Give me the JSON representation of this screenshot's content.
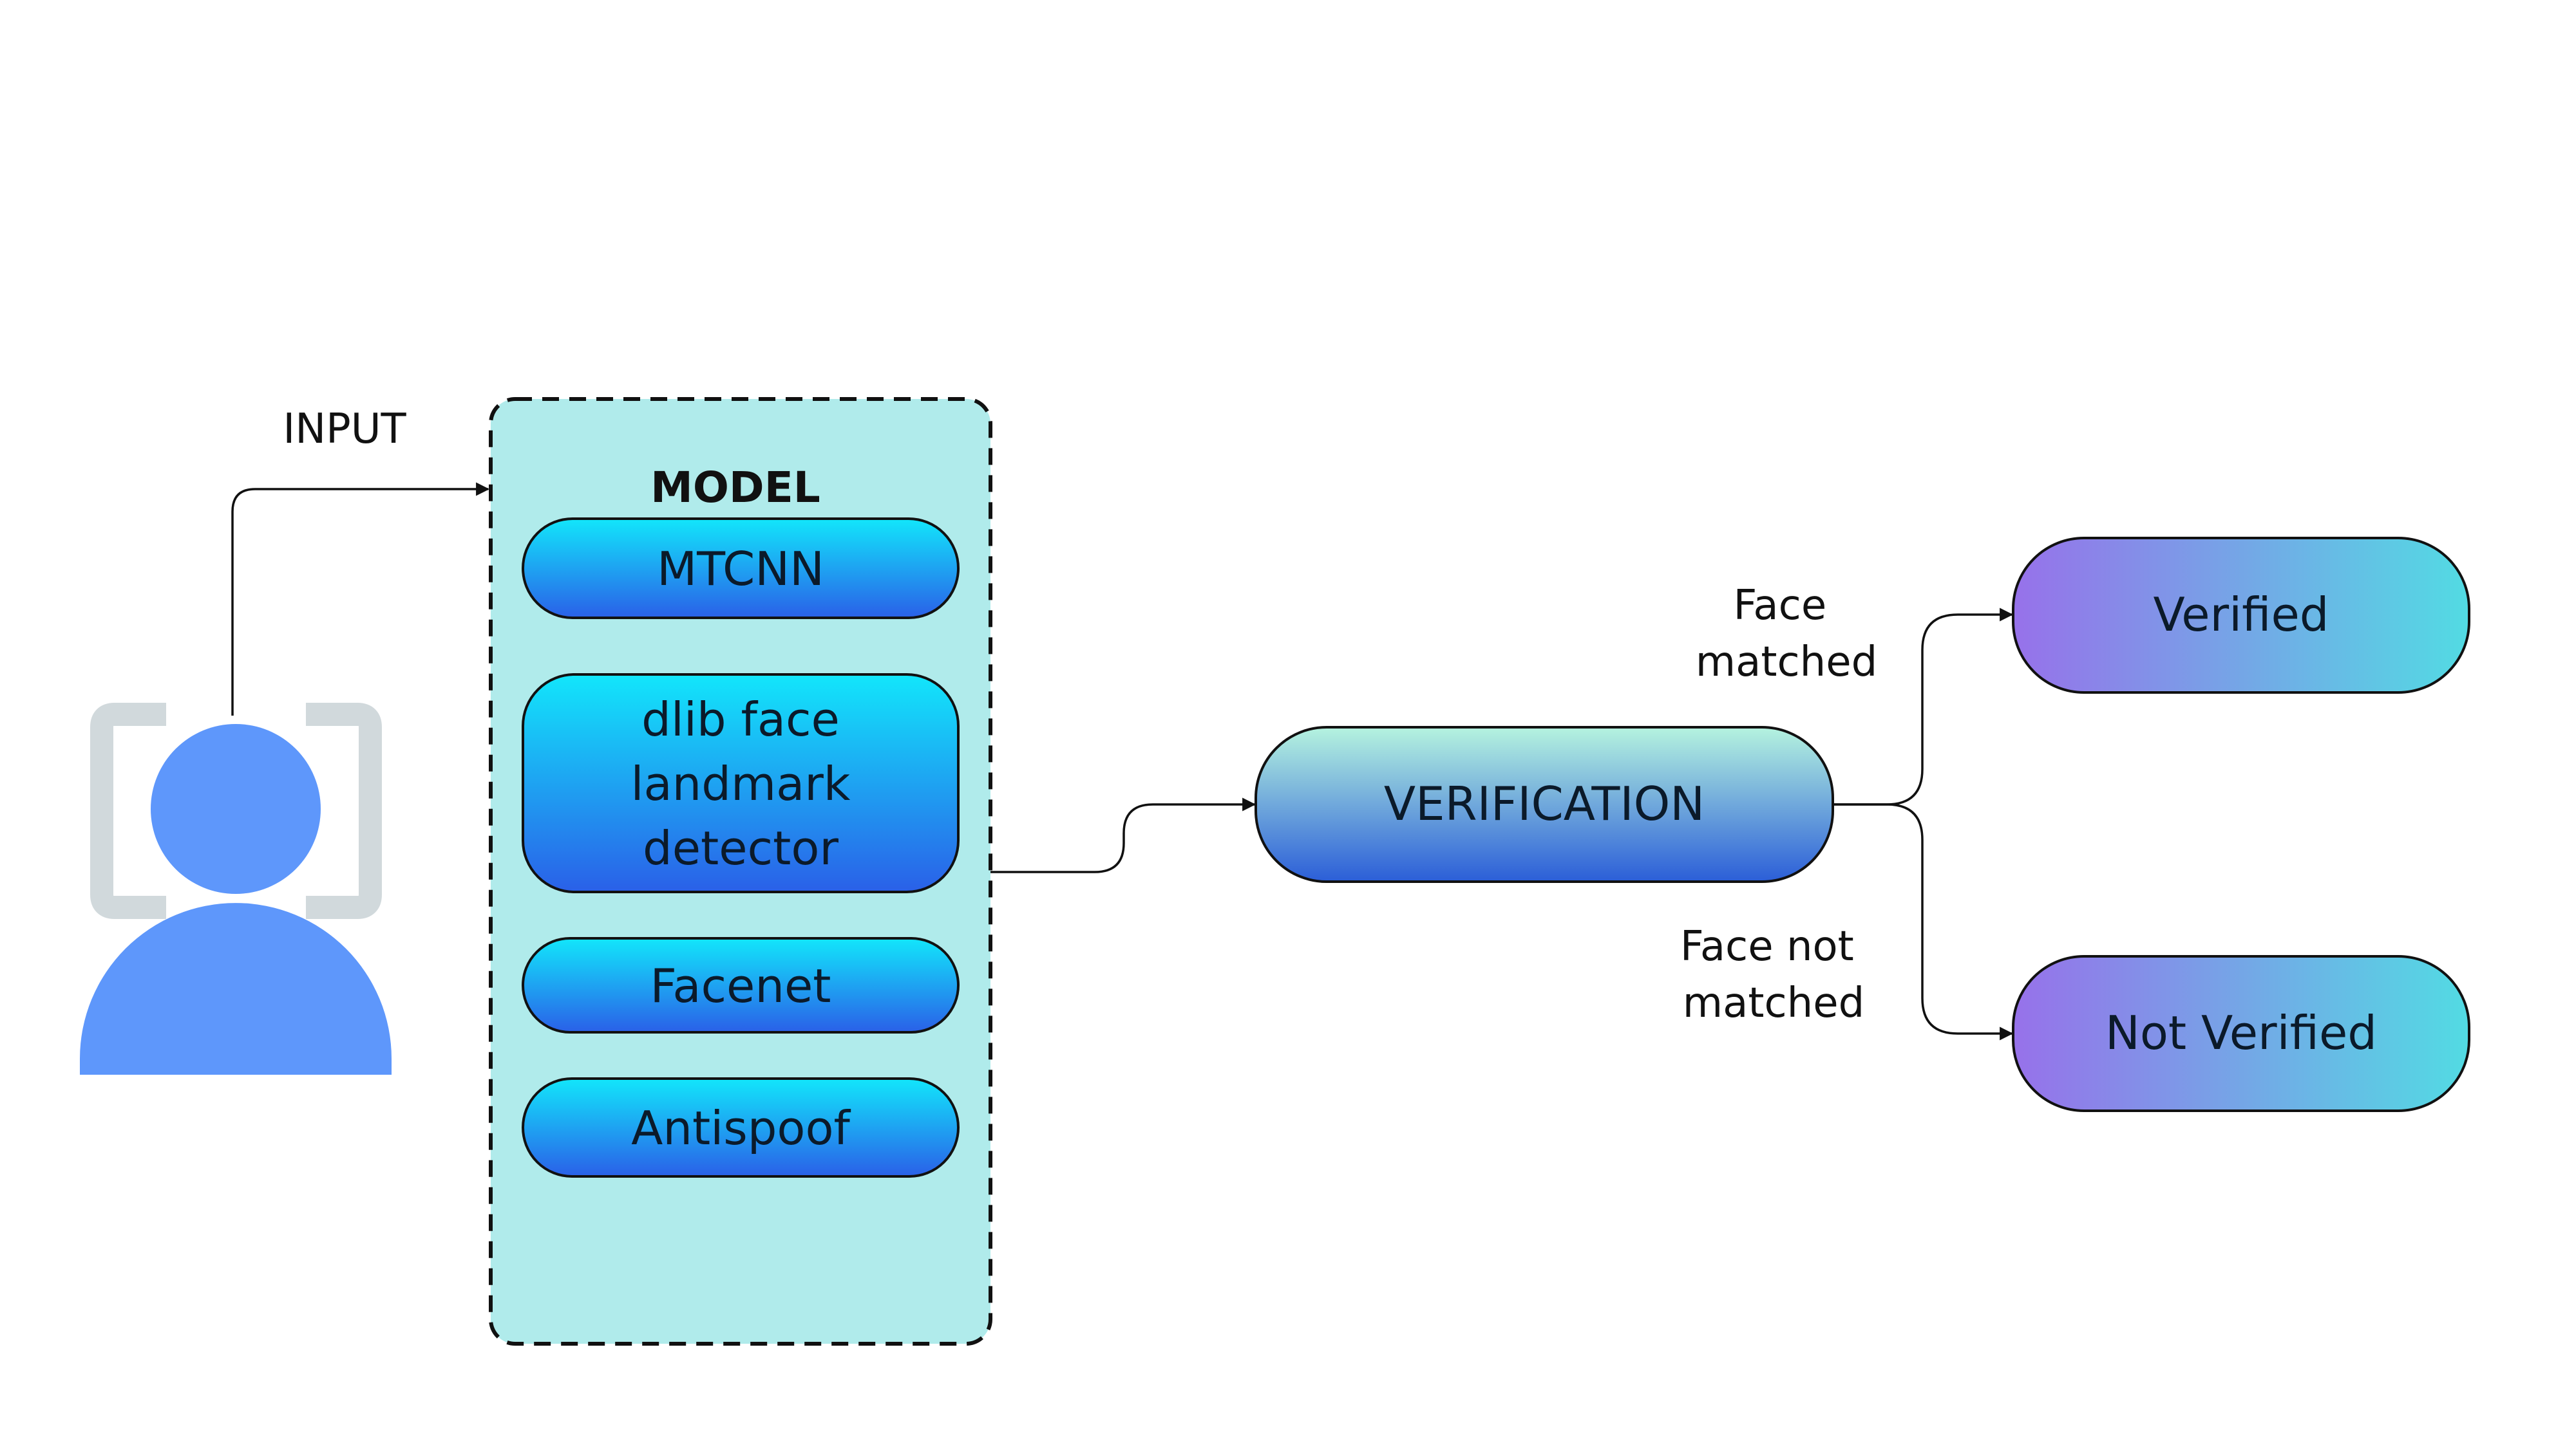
{
  "input": {
    "label": "INPUT",
    "icon": "face-scan-user-icon"
  },
  "model": {
    "title": "MODEL",
    "components": [
      {
        "lines": [
          "MTCNN"
        ]
      },
      {
        "lines": [
          "dlib face",
          "landmark",
          "detector"
        ]
      },
      {
        "lines": [
          "Facenet"
        ]
      },
      {
        "lines": [
          "Antispoof"
        ]
      }
    ]
  },
  "verification": {
    "label": "VERIFICATION"
  },
  "edges": {
    "matched": [
      "Face",
      "matched"
    ],
    "not_matched": [
      "Face not",
      "matched"
    ]
  },
  "outcomes": {
    "verified": "Verified",
    "not_verified": "Not Verified"
  },
  "colors": {
    "model_bg": "#b0ebeb",
    "component_top": "#12e6fb",
    "component_bottom": "#2a60e8",
    "verification_top": "#b5f3df",
    "verification_bottom": "#2b5ed8",
    "outcome_left": "#9771ea",
    "outcome_right": "#52dbe3",
    "user_icon": "#5e97fb",
    "scan_frame": "#d1d9dc"
  }
}
